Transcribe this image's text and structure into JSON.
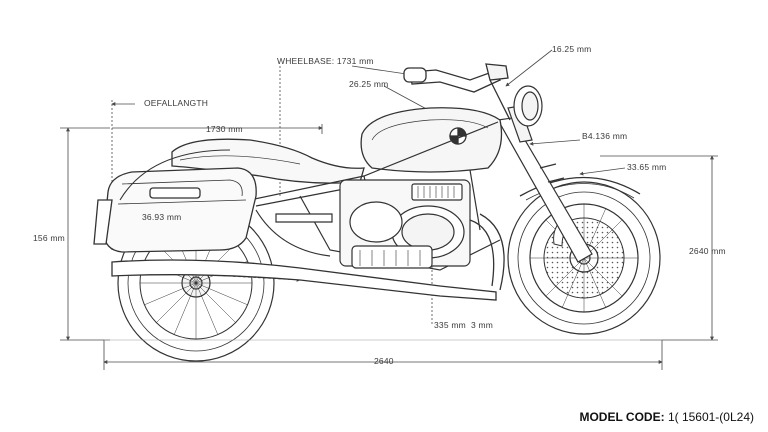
{
  "labels": {
    "wheelbase": "WHEELBASE: 1731 mm",
    "overall_length": "OEFALLANGTH",
    "length_1730": "1730 mm",
    "seat_height_top": "26.25 mm",
    "bar_width": "16.25 mm",
    "rake_1": "B4.136 mm",
    "rake_2": "33.65 mm",
    "height_left": "156 mm",
    "height_right": "2640 mm",
    "pannier": "36.93 mm",
    "clearance": "335 mm",
    "clearance_unit": "3 mm",
    "bottom_total": "2640"
  },
  "model": {
    "label": "MODEL CODE:",
    "code": "1( 15601-(0L24)"
  },
  "colors": {
    "line": "#3a3a3a",
    "dim": "#4a4a4a",
    "fill_light": "#f4f4f4",
    "accent_dim": "#7a7a7a"
  }
}
